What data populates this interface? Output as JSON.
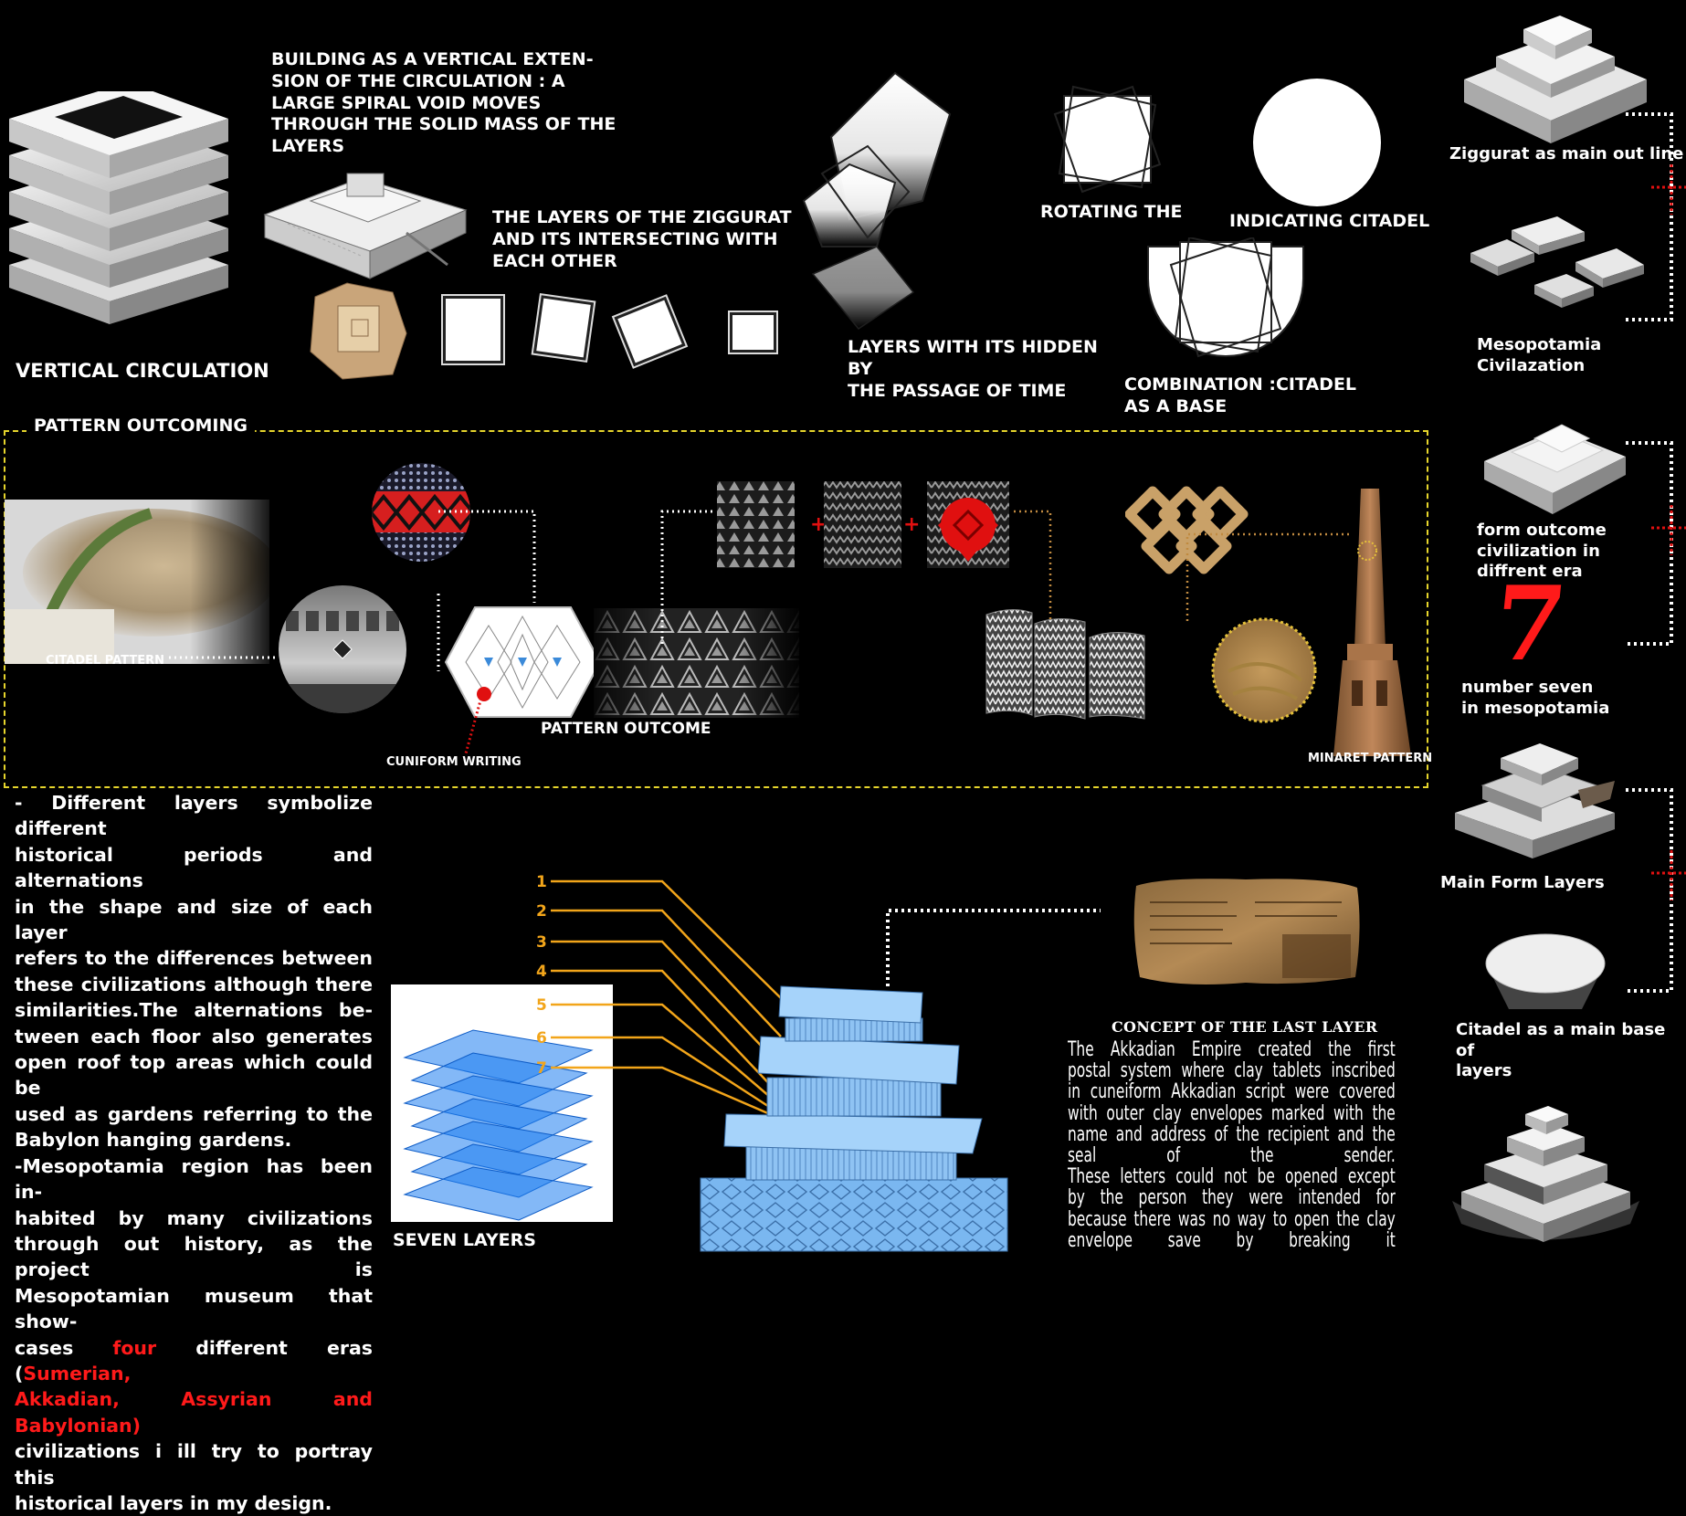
{
  "top": {
    "vertical_circulation": "VERTICAL CIRCULATION",
    "spiral_text": [
      "BUILDING AS A VERTICAL EXTEN-",
      "SION OF THE CIRCULATION : A",
      "LARGE SPIRAL VOID MOVES",
      "THROUGH THE SOLID MASS OF THE",
      "LAYERS"
    ],
    "layers_text": [
      "THE LAYERS OF THE ZIGGURAT",
      "AND ITS INTERSECTING WITH",
      "EACH OTHER"
    ],
    "hidden_text": [
      "LAYERS WITH ITS HIDDEN BY",
      "THE PASSAGE OF TIME"
    ],
    "rotating": "ROTATING THE",
    "indicating": "INDICATING CITADEL",
    "combination": [
      "COMBINATION :CITADEL",
      "AS A BASE"
    ]
  },
  "pattern": {
    "section_title": "PATTERN OUTCOMING",
    "citadel_pattern": "CITADEL PATTERN",
    "cuniform": "CUNIFORM WRITING",
    "outcome": "PATTERN OUTCOME",
    "minaret": "MINARET PATTERN"
  },
  "sidebar": {
    "ziggurat": "Ziggurat as main out line",
    "meso": [
      "Mesopotamia",
      "Civilazation"
    ],
    "form_outcome": [
      "form outcome",
      "civilization in",
      "diffrent era"
    ],
    "seven": "7",
    "number_seven": [
      "number seven",
      "in mesopotamia"
    ],
    "main_form": "Main Form Layers",
    "citadel_base": [
      "Citadel as a main base of",
      "layers"
    ],
    "accent_color": "#ff1a1a"
  },
  "paragraph": {
    "lines": [
      [
        {
          "t": "- Different layers symbolize different"
        }
      ],
      [
        {
          "t": "historical periods and alternations"
        }
      ],
      [
        {
          "t": "in the shape and size of each layer"
        }
      ],
      [
        {
          "t": "refers to the differences between"
        }
      ],
      [
        {
          "t": "these civilizations although there"
        }
      ],
      [
        {
          "t": "similarities.The alternations be-"
        }
      ],
      [
        {
          "t": "tween each floor also generates"
        }
      ],
      [
        {
          "t": "open roof top areas which could be"
        }
      ],
      [
        {
          "t": "used as gardens referring to the"
        }
      ],
      [
        {
          "t": "Babylon hanging gardens."
        }
      ],
      [
        {
          "t": "-Mesopotamia region has been in-"
        }
      ],
      [
        {
          "t": "habited by many civilizations"
        }
      ],
      [
        {
          "t": "through out history, as the project is"
        }
      ],
      [
        {
          "t": "Mesopotamian museum that show-"
        }
      ],
      [
        {
          "t": "cases "
        },
        {
          "t": "four",
          "red": true
        },
        {
          "t": " different eras ("
        },
        {
          "t": "Sumerian,",
          "red": true
        }
      ],
      [
        {
          "t": "Akkadian, Assyrian and Babylonian)",
          "red": true,
          "tail": true
        }
      ],
      [
        {
          "t": "civilizations i ill try to portray this"
        }
      ],
      [
        {
          "t": "historical layers in my design."
        }
      ]
    ]
  },
  "bottom": {
    "seven_layers": "SEVEN LAYERS",
    "layer_numbers": [
      "1",
      "2",
      "3",
      "4",
      "5",
      "6",
      "7"
    ],
    "concept_title": "CONCEPT OF THE LAST LAYER",
    "akkadian_lines": [
      "The Akkadian Empire created the first",
      "postal system where clay tablets inscribed",
      "in cuneiform Akkadian script were covered",
      "with outer clay envelopes marked with the",
      "name and address of the recipient and the",
      "seal of the sender.",
      "These letters could not be opened except",
      "by the person they were intended for",
      "because there was no way to open the clay",
      "envelope save by breaking it"
    ]
  }
}
